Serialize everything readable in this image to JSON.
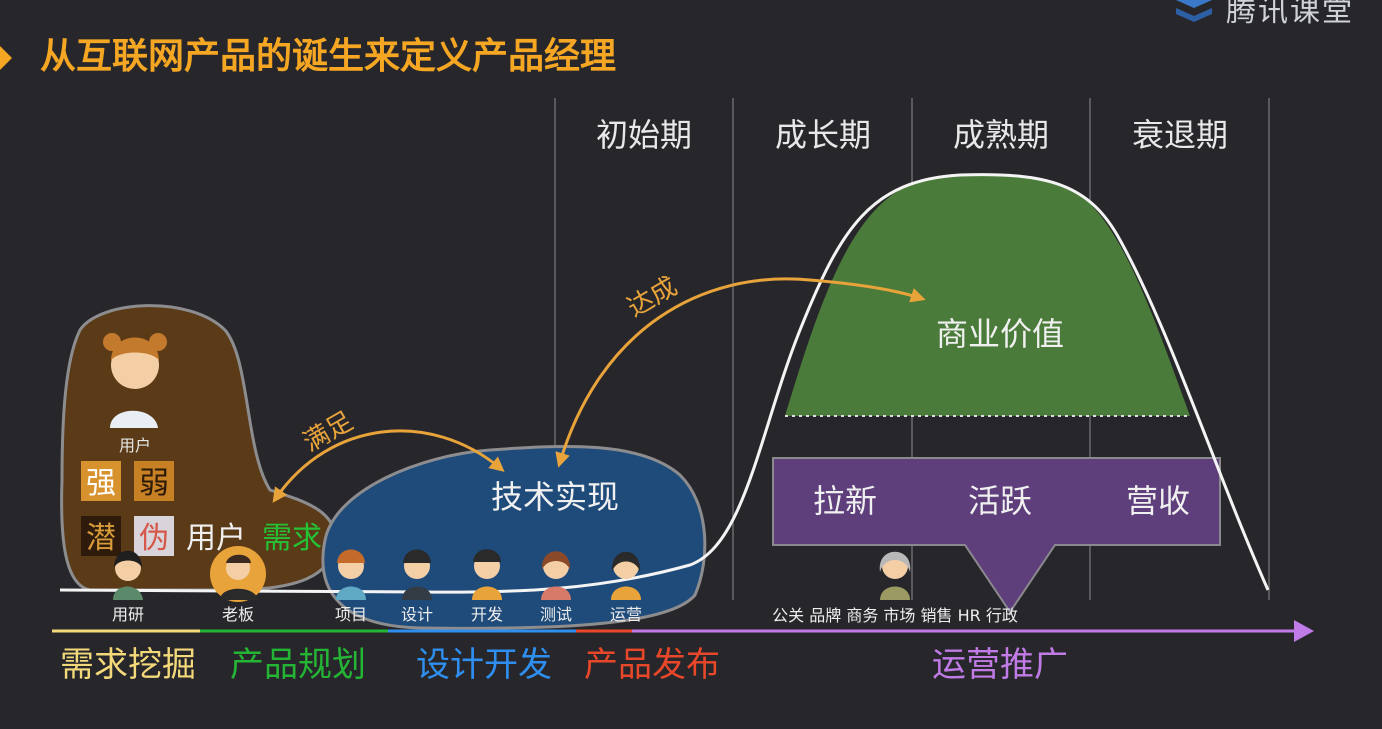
{
  "title": "从互联网产品的诞生来定义产品经理",
  "logo_text": "腾讯课堂",
  "phases": [
    "初始期",
    "成长期",
    "成熟期",
    "衰退期"
  ],
  "user_block": {
    "user_label": "用户",
    "strong": "强",
    "weak": "弱",
    "latent": "潜",
    "fake": "伪",
    "user_word": "用户",
    "need": "需求"
  },
  "arrows": {
    "satisfy": "满足",
    "achieve": "达成"
  },
  "tech": "技术实现",
  "business_value": "商业价值",
  "ops_boxes": [
    "拉新",
    "活跃",
    "营收"
  ],
  "people_left": [
    "用研",
    "老板"
  ],
  "people_team": [
    "项目",
    "设计",
    "开发",
    "测试",
    "运营"
  ],
  "departments": "公关 品牌 商务 市场 销售 HR 行政",
  "stages": [
    {
      "label": "需求挖掘",
      "color": "#f3d97a"
    },
    {
      "label": "产品规划",
      "color": "#25b535"
    },
    {
      "label": "设计开发",
      "color": "#2f8ff0"
    },
    {
      "label": "产品发布",
      "color": "#e8472a"
    },
    {
      "label": "运营推广",
      "color": "#c07be6"
    }
  ],
  "colors": {
    "title": "#f5a623",
    "brown": "#5a3a17",
    "navy": "#1f4b7a",
    "green": "#4b7b3a",
    "purple": "#5e3f7c",
    "orange_arrow": "#e8a33a"
  }
}
